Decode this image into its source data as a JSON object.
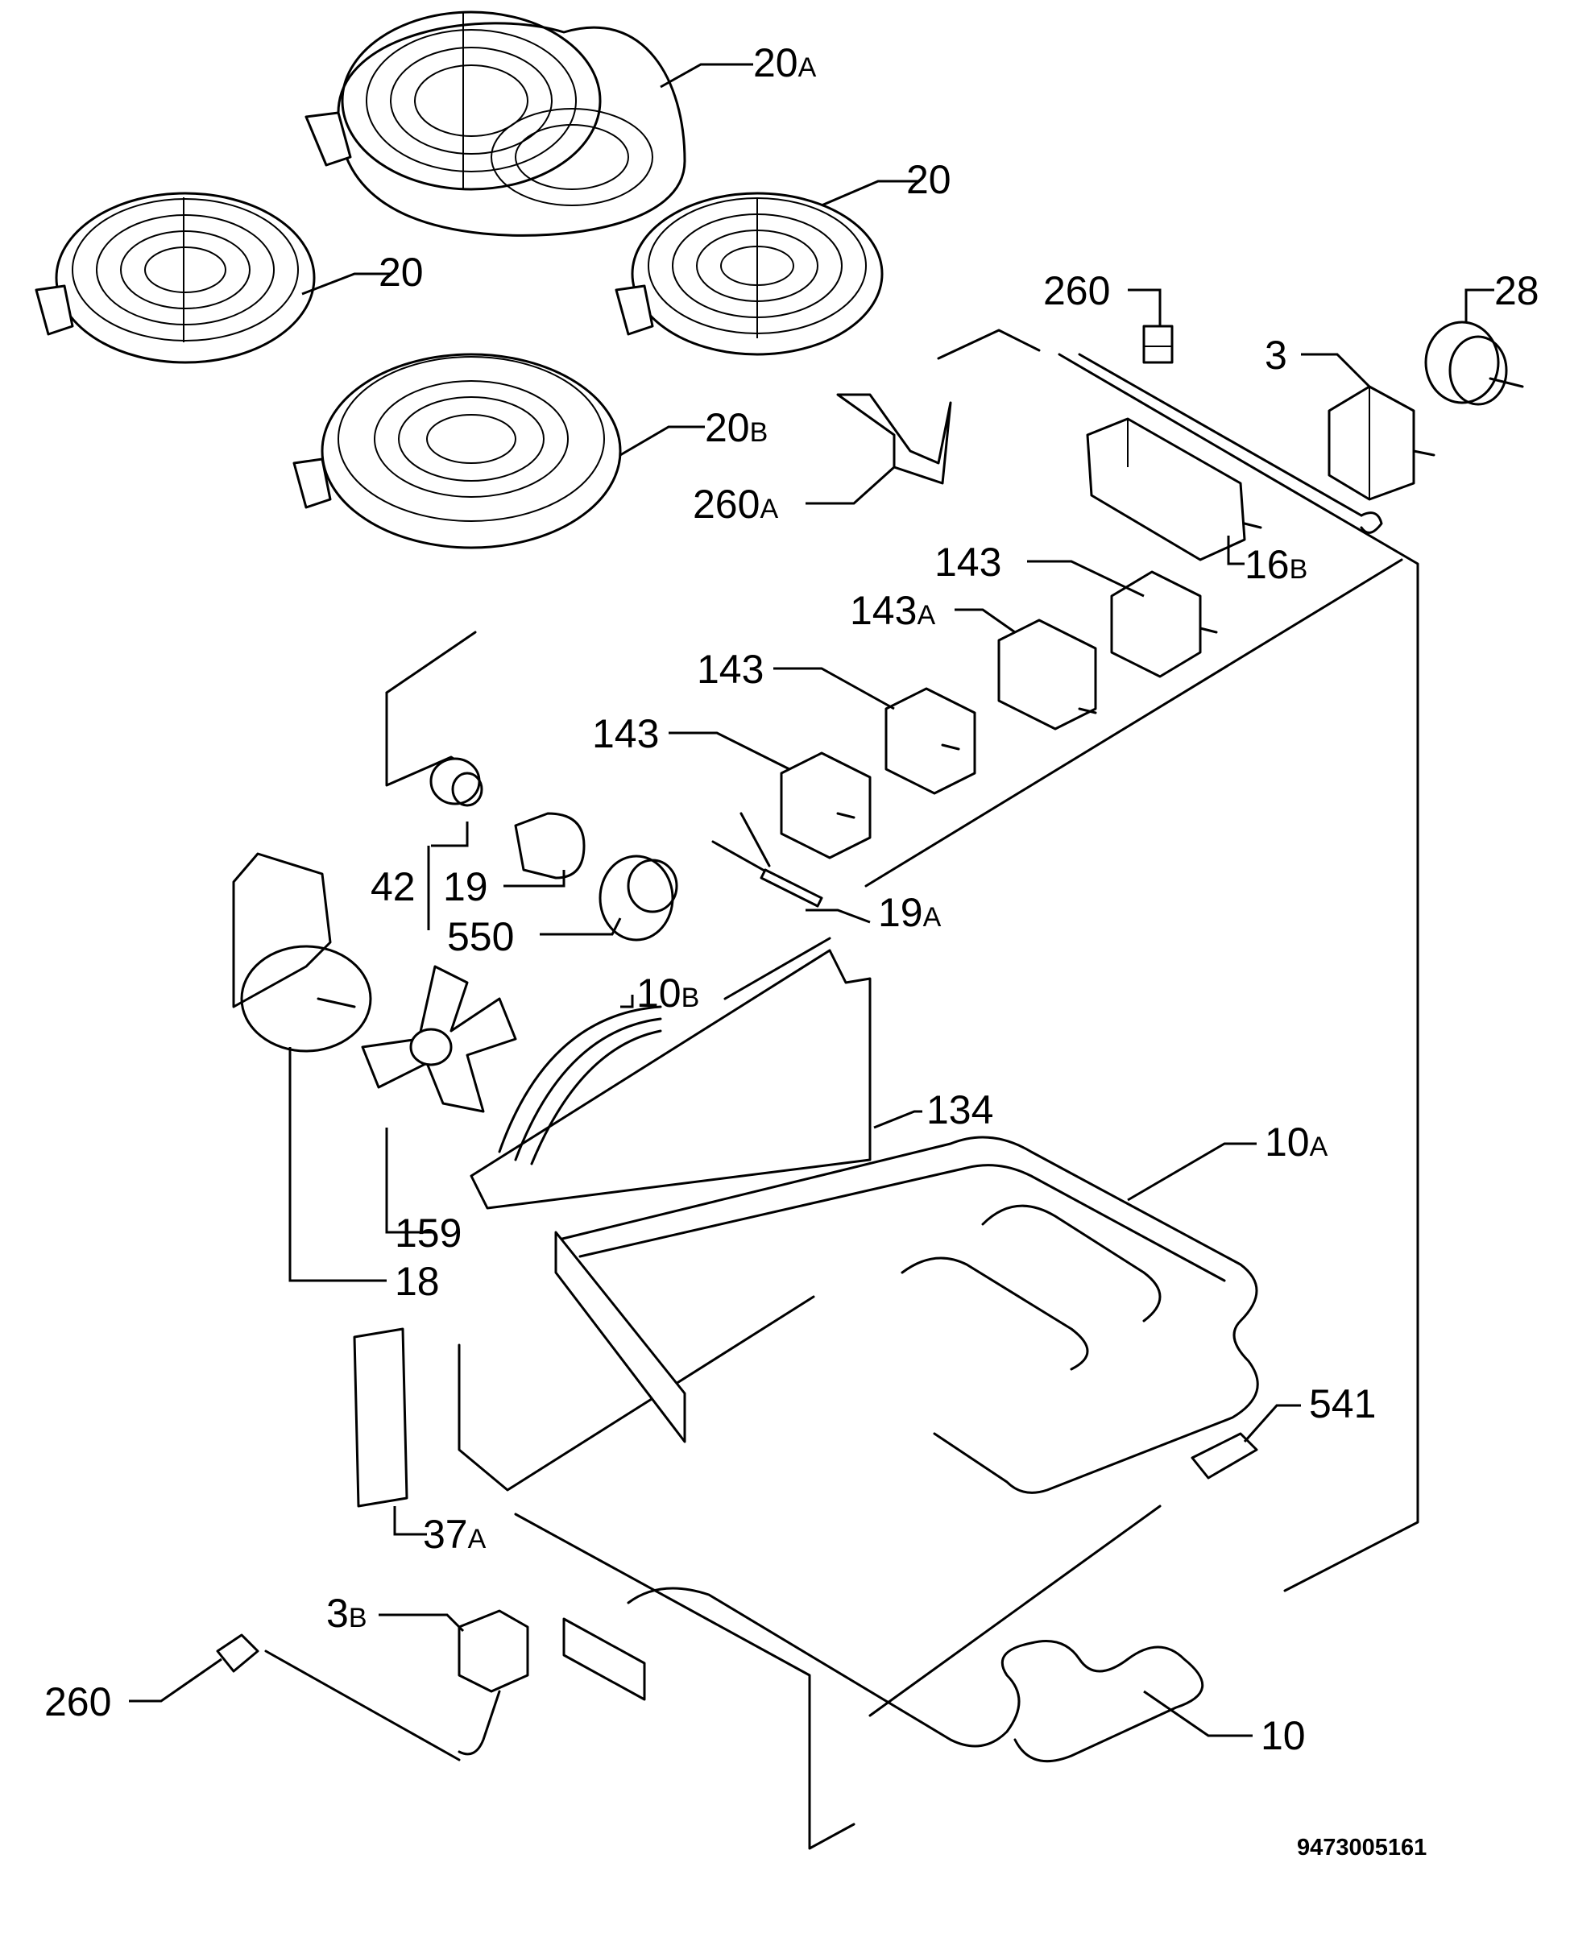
{
  "callouts": [
    {
      "id": "c-20a",
      "number": "20",
      "suffix": "A"
    },
    {
      "id": "c-20-right",
      "number": "20",
      "suffix": ""
    },
    {
      "id": "c-20-left",
      "number": "20",
      "suffix": ""
    },
    {
      "id": "c-20b",
      "number": "20",
      "suffix": "B"
    },
    {
      "id": "c-260-top",
      "number": "260",
      "suffix": ""
    },
    {
      "id": "c-28",
      "number": "28",
      "suffix": ""
    },
    {
      "id": "c-3",
      "number": "3",
      "suffix": ""
    },
    {
      "id": "c-260a",
      "number": "260",
      "suffix": "A"
    },
    {
      "id": "c-16b",
      "number": "16",
      "suffix": "B"
    },
    {
      "id": "c-143-a",
      "number": "143",
      "suffix": ""
    },
    {
      "id": "c-143a",
      "number": "143",
      "suffix": "A"
    },
    {
      "id": "c-143-b",
      "number": "143",
      "suffix": ""
    },
    {
      "id": "c-143-c",
      "number": "143",
      "suffix": ""
    },
    {
      "id": "c-42",
      "number": "42",
      "suffix": ""
    },
    {
      "id": "c-19",
      "number": "19",
      "suffix": ""
    },
    {
      "id": "c-550",
      "number": "550",
      "suffix": ""
    },
    {
      "id": "c-19a",
      "number": "19",
      "suffix": "A"
    },
    {
      "id": "c-10b",
      "number": "10",
      "suffix": "B"
    },
    {
      "id": "c-134",
      "number": "134",
      "suffix": ""
    },
    {
      "id": "c-10a",
      "number": "10",
      "suffix": "A"
    },
    {
      "id": "c-159",
      "number": "159",
      "suffix": ""
    },
    {
      "id": "c-18",
      "number": "18",
      "suffix": ""
    },
    {
      "id": "c-541",
      "number": "541",
      "suffix": ""
    },
    {
      "id": "c-37a",
      "number": "37",
      "suffix": "A"
    },
    {
      "id": "c-3b",
      "number": "3",
      "suffix": "B"
    },
    {
      "id": "c-260-bottom",
      "number": "260",
      "suffix": ""
    },
    {
      "id": "c-10",
      "number": "10",
      "suffix": ""
    }
  ],
  "drawing_code": "9473005161"
}
